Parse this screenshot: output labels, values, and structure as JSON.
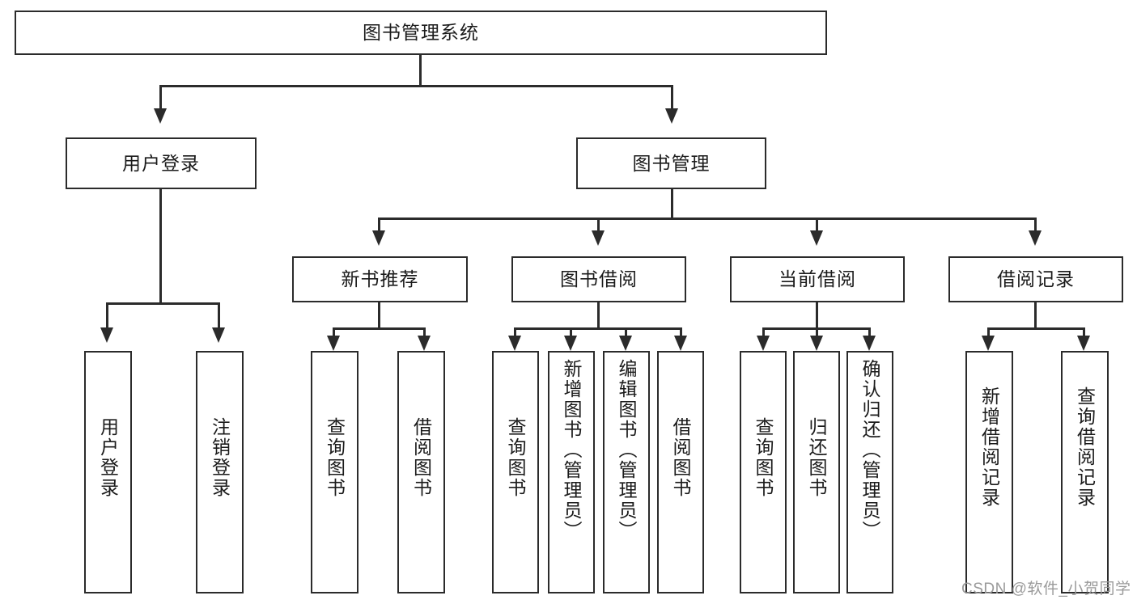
{
  "diagram": {
    "title": "图书管理系统",
    "watermark": "CSDN @软件_小贺同学",
    "type": "tree-hierarchy",
    "orientation": "top-down",
    "colors": {
      "stroke": "#2b2b2b",
      "fill": "#ffffff",
      "text": "#1b1b1b",
      "watermark": "#9a9a9a"
    },
    "levels": {
      "root": "图书管理系统",
      "level2": [
        "用户登录",
        "图书管理"
      ],
      "level3": [
        "新书推荐",
        "图书借阅",
        "当前借阅",
        "借阅记录"
      ],
      "level4": [
        "用户登录",
        "注销登录",
        "查询图书",
        "借阅图书",
        "查询图书",
        "新增图书（管理员）",
        "编辑图书（管理员）",
        "借阅图书",
        "查询图书",
        "归还图书",
        "确认归还（管理员）",
        "新增借阅记录",
        "查询借阅记录"
      ]
    },
    "nodes": {
      "root": {
        "label": "图书管理系统"
      },
      "user_login": {
        "label": "用户登录"
      },
      "book_mgmt": {
        "label": "图书管理"
      },
      "new_book_rec": {
        "label": "新书推荐"
      },
      "book_borrow": {
        "label": "图书借阅"
      },
      "current_borrow": {
        "label": "当前借阅"
      },
      "borrow_record": {
        "label": "借阅记录"
      },
      "leaf_user_login": {
        "label": "用户登录"
      },
      "leaf_logout": {
        "label": "注销登录"
      },
      "leaf_query_book_a": {
        "label": "查询图书"
      },
      "leaf_borrow_book_a": {
        "label": "借阅图书"
      },
      "leaf_query_book_b": {
        "label": "查询图书"
      },
      "leaf_add_book": {
        "label": "新增图书（管理员）"
      },
      "leaf_edit_book": {
        "label": "编辑图书（管理员）"
      },
      "leaf_borrow_book_b": {
        "label": "借阅图书"
      },
      "leaf_query_book_c": {
        "label": "查询图书"
      },
      "leaf_return_book": {
        "label": "归还图书"
      },
      "leaf_confirm_return": {
        "label": "确认归还（管理员）"
      },
      "leaf_add_record": {
        "label": "新增借阅记录"
      },
      "leaf_query_record": {
        "label": "查询借阅记录"
      }
    },
    "edges": [
      {
        "from": "root",
        "to": "user_login"
      },
      {
        "from": "root",
        "to": "book_mgmt"
      },
      {
        "from": "user_login",
        "to": "leaf_user_login"
      },
      {
        "from": "user_login",
        "to": "leaf_logout"
      },
      {
        "from": "book_mgmt",
        "to": "new_book_rec"
      },
      {
        "from": "book_mgmt",
        "to": "book_borrow"
      },
      {
        "from": "book_mgmt",
        "to": "current_borrow"
      },
      {
        "from": "book_mgmt",
        "to": "borrow_record"
      },
      {
        "from": "new_book_rec",
        "to": "leaf_query_book_a"
      },
      {
        "from": "new_book_rec",
        "to": "leaf_borrow_book_a"
      },
      {
        "from": "book_borrow",
        "to": "leaf_query_book_b"
      },
      {
        "from": "book_borrow",
        "to": "leaf_add_book"
      },
      {
        "from": "book_borrow",
        "to": "leaf_edit_book"
      },
      {
        "from": "book_borrow",
        "to": "leaf_borrow_book_b"
      },
      {
        "from": "current_borrow",
        "to": "leaf_query_book_c"
      },
      {
        "from": "current_borrow",
        "to": "leaf_return_book"
      },
      {
        "from": "current_borrow",
        "to": "leaf_confirm_return"
      },
      {
        "from": "borrow_record",
        "to": "leaf_add_record"
      },
      {
        "from": "borrow_record",
        "to": "leaf_query_record"
      }
    ]
  }
}
